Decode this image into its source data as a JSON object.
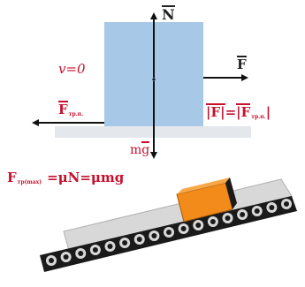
{
  "labels": {
    "normal": "N",
    "force": "F",
    "velocity": "v=0",
    "friction_sym": "F",
    "friction_sub": "тр.п.",
    "weight_m": "m",
    "weight_g": "g",
    "equality_left": "|F|",
    "equality_eq": "=",
    "equality_right": "|F",
    "equality_sub": "тр.п.",
    "equality_close": "|",
    "formula_sym": "F",
    "formula_sub": "тр(max)",
    "formula_expr": "=μN=μmg"
  },
  "colors": {
    "block": "#a8c8e8",
    "surface": "#e4e8ec",
    "text_red": "#c8102e",
    "arrow": "#111111",
    "cargo": "#f28b1a",
    "belt": "#d8d8d8",
    "belt_dark": "#1a1a1a"
  }
}
